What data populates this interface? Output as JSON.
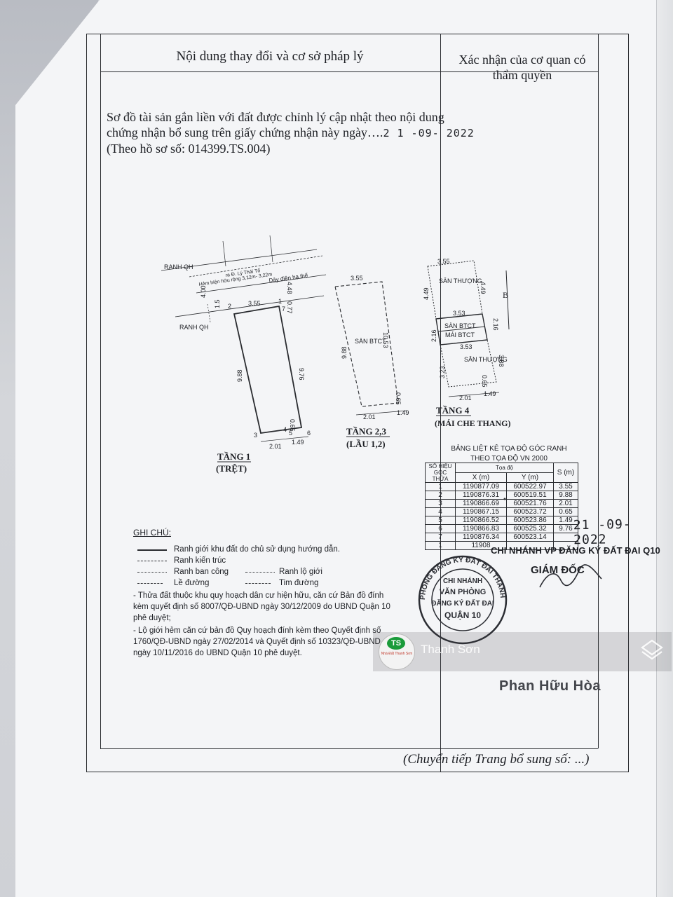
{
  "header": {
    "left_title": "Nội dung thay đổi và cơ sở pháp lý",
    "right_title_line1": "Xác nhận của cơ quan có",
    "right_title_line2": "thẩm quyền"
  },
  "paragraph": {
    "line1": "Sơ đồ tài sản gắn liền với đất được chỉnh lý cập nhật theo nội dung",
    "line2": "chứng nhận bổ sung trên giấy chứng nhận này ngày….",
    "date_handwritten": "2 1 -09- 2022",
    "line3": "(Theo hồ sơ số: 014399.TS.004)"
  },
  "plans": {
    "floor1": {
      "title": "TẦNG 1",
      "subtitle": "(TRỆT)",
      "labels": {
        "ranh_qh_top": "RANH QH",
        "ranh_qh_bottom": "RANH QH",
        "road": "ra Đ. Lý Thái Tổ",
        "alley": "Hẻm hiện hữu rộng 3,12m- 3,22m",
        "power": "Dây điện hạ thế",
        "w_top": "3.55",
        "left_side": "9.88",
        "right_side": "9.76",
        "b1": "2.01",
        "b2": "1.49",
        "d400": "4.00",
        "d48": "4.48",
        "d15": "1.5",
        "d077": "0.77",
        "d065": "0.65",
        "p1": "1",
        "p2": "2",
        "p3": "3",
        "p4": "4",
        "p5": "5",
        "p6": "6",
        "p7": "7"
      }
    },
    "floor23": {
      "title": "TẦNG 2,3",
      "subtitle": "(LẦU 1,2)",
      "labels": {
        "w_top": "3.55",
        "left_side": "9.88",
        "right_side": "10.53",
        "room": "SÀN BTCT",
        "b1": "2.01",
        "b2": "1.49",
        "d065": "0.65"
      }
    },
    "floor4": {
      "title": "TẦNG 4",
      "subtitle": "(MÁI CHE THANG)",
      "labels": {
        "w_top": "3.55",
        "san_thuong_top": "SÂN THƯỢNG",
        "d449l": "4.49",
        "d449r": "4.49",
        "w353a": "3.53",
        "d216l": "2.16",
        "d216r": "2.16",
        "san_btct": "SÀN BTCT",
        "mai_btct": "MÁI BTCT",
        "w353b": "3.53",
        "san_thuong_bottom": "SÂN THƯỢNG",
        "d323": "3.23",
        "d388": "3.88",
        "d065": "0.65",
        "b1": "2.01",
        "b2": "1.49"
      }
    }
  },
  "coord_table": {
    "title_line1": "BẢNG LIỆT KÊ TỌA ĐỘ GÓC RANH",
    "title_line2": "THEO TỌA ĐỘ VN 2000",
    "col_id": "SỐ HIỆU GÓC THỬA",
    "col_group": "Tọa độ",
    "col_x": "X (m)",
    "col_y": "Y (m)",
    "col_s": "S (m)",
    "rows": [
      {
        "id": "1",
        "x": "1190877.09",
        "y": "600522.97",
        "s": "3.55"
      },
      {
        "id": "2",
        "x": "1190876.31",
        "y": "600519.51",
        "s": "9.88"
      },
      {
        "id": "3",
        "x": "1190866.69",
        "y": "600521.76",
        "s": "2.01"
      },
      {
        "id": "4",
        "x": "1190867.15",
        "y": "600523.72",
        "s": "0.65"
      },
      {
        "id": "5",
        "x": "1190866.52",
        "y": "600523.86",
        "s": "1.49"
      },
      {
        "id": "6",
        "x": "1190866.83",
        "y": "600525.32",
        "s": "9.76"
      },
      {
        "id": "7",
        "x": "1190876.34",
        "y": "600523.14",
        "s": ""
      },
      {
        "id": "1",
        "x": "11908",
        "y": "",
        "s": ""
      }
    ]
  },
  "notes": {
    "title": "GHI CHÚ:",
    "legend": {
      "l1": "Ranh giới khu đất do chủ sử dụng hướng dẫn.",
      "l2": "Ranh kiến trúc",
      "l3a": "Ranh ban công",
      "l3b": "Ranh lộ giới",
      "l4a": "Lề đường",
      "l4b": "Tim đường"
    },
    "p1": "- Thửa đất thuộc khu quy hoạch dân cư hiện hữu, căn cứ Bản đồ đính kèm quyết định số 8007/QĐ-UBND ngày 30/12/2009 do UBND Quận 10 phê duyệt;",
    "p2": "- Lộ giới hẻm căn cứ bản đồ Quy hoạch đính kèm theo Quyết định số 1760/QĐ-UBND  ngày 27/02/2014 và Quyết định số 10323/QĐ-UBND ngày 10/11/2016 do UBND Quận 10 phê duyệt."
  },
  "signature": {
    "date": "21 -09- 2022",
    "office": "CHI NHÁNH VP ĐĂNG KÝ ĐẤT ĐAI Q10",
    "position": "GIÁM ĐỐC",
    "name": "Phan Hữu Hòa"
  },
  "stamp": {
    "ring": "PHÒNG ĐĂNG KÝ ĐẤT ĐAI THÀNH PHỐ",
    "center1": "CHI NHÁNH",
    "center2": "VĂN PHÒNG",
    "center3": "ĐĂNG KÝ ĐẤT ĐAI",
    "center4": "QUẬN 10"
  },
  "footer": {
    "text": "(Chuyển tiếp Trang bổ sung số: ...)"
  },
  "watermark": {
    "logo_text": "TS",
    "logo_caption": "Nhà Đất Thanh Sơn",
    "name": "Thanh Sơn"
  }
}
